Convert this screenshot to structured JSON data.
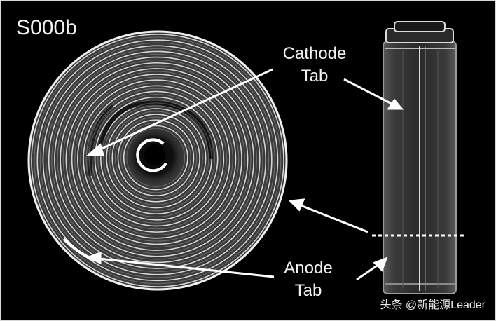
{
  "figure": {
    "sample_id": "S000b",
    "cathode_label_line1": "Cathode",
    "cathode_label_line2": "Tab",
    "anode_label_line1": "Anode",
    "anode_label_line2": "Tab",
    "watermark": "头条 @新能源Leader"
  },
  "colors": {
    "background": "#000000",
    "winding": "#cfcfcf",
    "text": "#f2f2f2",
    "arrow": "#ffffff"
  }
}
